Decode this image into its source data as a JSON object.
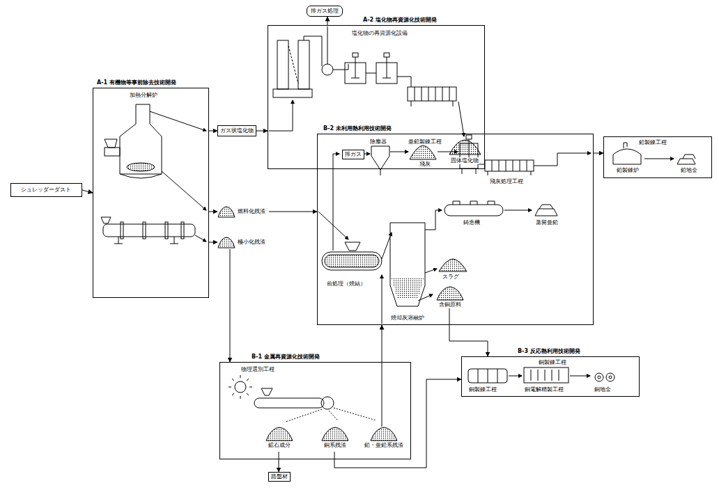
{
  "diagram": {
    "nodes": [
      {
        "text": [
          "シュレッダーダスト"
        ]
      },
      {
        "text": [
          "A-1 有機物等事前除去技術開発",
          "加熱分解炉"
        ]
      },
      {
        "text": [
          "燃料化残渣"
        ]
      },
      {
        "text": [
          "極小化残渣"
        ]
      },
      {
        "text": [
          "ガス状塩化物"
        ]
      },
      {
        "text": [
          "排ガス処理"
        ]
      },
      {
        "text": [
          "A-2 塩化物再資源化技術開発",
          "塩化物の再資源化設備"
        ]
      },
      {
        "text": [
          "B-2 未利用熱利用技術開発",
          "亜鉛製錬工程"
        ]
      },
      {
        "text": [
          "排ガス"
        ],
        "in": 7
      },
      {
        "text": [
          "含銅原料"
        ],
        "in": 7
      },
      {
        "text": [
          "鉛製錬工程"
        ]
      },
      {
        "text": [
          "B-1 金属再資源化技術開発",
          "物理選別工程"
        ]
      },
      {
        "text": [
          "鉱石成分"
        ],
        "in": 11
      },
      {
        "text": [
          "銅系残渣"
        ],
        "in": 11
      },
      {
        "text": [
          "鉛・亜鉛系残渣"
        ],
        "in": 11
      },
      {
        "text": [
          "B-3 反応熱利用技術開発",
          "銅製錬工程"
        ]
      },
      {
        "text": [
          "路盤材"
        ]
      }
    ],
    "edges": [
      {
        "from": 0,
        "to": 1,
        "arrow": "to"
      },
      {
        "from": 1,
        "to": 4,
        "arrow": "to"
      },
      {
        "from": 4,
        "to": 6,
        "arrow": "to"
      },
      {
        "from": 6,
        "to": 5,
        "arrow": "to"
      },
      {
        "from": 1,
        "to": 2,
        "arrow": "to"
      },
      {
        "from": 1,
        "to": 3,
        "arrow": "to"
      },
      {
        "from": 2,
        "to": 7,
        "arrow": "to"
      },
      {
        "from": 3,
        "to": 11,
        "arrow": "to"
      },
      {
        "from": 14,
        "to": 7,
        "arrow": "to"
      },
      {
        "from": 13,
        "to": 15,
        "arrow": "to"
      },
      {
        "from": 9,
        "to": 15,
        "arrow": "to"
      },
      {
        "from": 7,
        "to": 10,
        "arrow": "to"
      },
      {
        "from": 12,
        "to": 16,
        "arrow": "to"
      }
    ],
    "labels": [
      "固体塩化物",
      "除塵器",
      "飛灰",
      "飛灰処理工程",
      "鋳造機",
      "蒸留亜鉛",
      "前処理（焼結）",
      "焼却灰溶融炉",
      "スラグ",
      "鉛製錬炉",
      "鉛地金",
      "銅製錬工程",
      "銅電解精製工程",
      "銅地金"
    ]
  }
}
